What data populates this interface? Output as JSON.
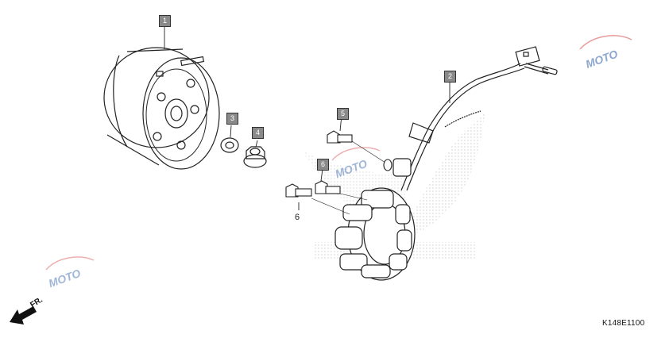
{
  "callouts": {
    "flywheel": "1",
    "stator_harness": "2",
    "washer": "3",
    "nut": "4",
    "bolt_upper": "5",
    "bolt_middle": "6",
    "bolt_lower": "6"
  },
  "direction": {
    "label": "FR."
  },
  "diagram_code": "K148E1100",
  "watermark": {
    "text": "MOTO",
    "accent_color": "#2f5fa8",
    "secondary_color": "#d23a3a"
  },
  "colors": {
    "callout_fill": "#8a8a8a",
    "line": "#222222"
  }
}
